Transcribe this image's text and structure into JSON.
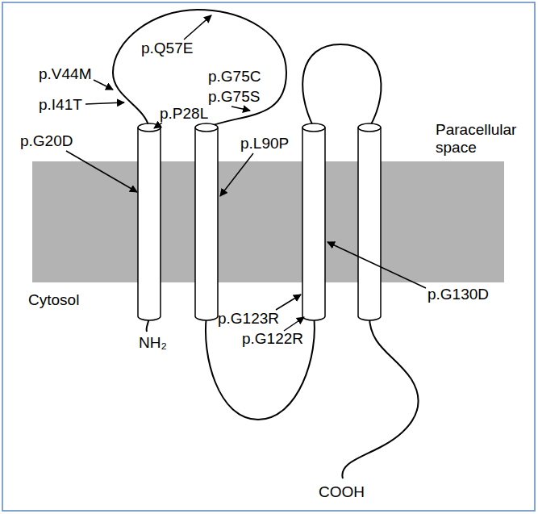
{
  "diagram": {
    "labels": [
      "p.Q57E",
      "p.V44M",
      "p.G75C",
      "p.G75S",
      "p.I41T",
      "p.P28L",
      "p.G20D",
      "p.L90P",
      "Paracellular space",
      "Cytosol",
      "p.G123R",
      "p.G130D",
      "p.G122R",
      "NH₂",
      "COOH"
    ]
  }
}
